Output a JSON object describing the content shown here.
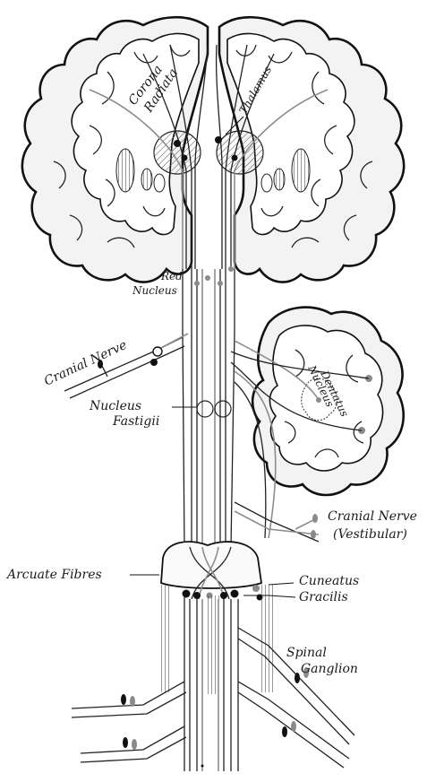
{
  "labels": {
    "corona_radiata_line1": "Corona",
    "corona_radiata_line2": "Radiata",
    "thalamus": "Thalamus",
    "red_nucleus_line1": "Red",
    "red_nucleus_line2": "Nucleus",
    "cranial_nerve": "Cranial Nerve",
    "nucleus_dentatus_line1": "Nucleus",
    "nucleus_dentatus_line2": "Dentatus",
    "nucleus_fastigii_line1": "Nucleus",
    "nucleus_fastigii_line2": "Fastigii",
    "cranial_nerve_vestibular_line1": "Cranial Nerve",
    "cranial_nerve_vestibular_line2": "(Vestibular)",
    "arcuate_fibres": "Arcuate Fibres",
    "cuneatus": "Cuneatus",
    "gracilis": "Gracilis",
    "spinal_ganglion_line1": "Spinal",
    "spinal_ganglion_line2": "Ganglion"
  },
  "colors": {
    "ink": "#111111",
    "grey_fibre": "#8d8d8d",
    "cortex_fill": "#f3f3f3"
  }
}
